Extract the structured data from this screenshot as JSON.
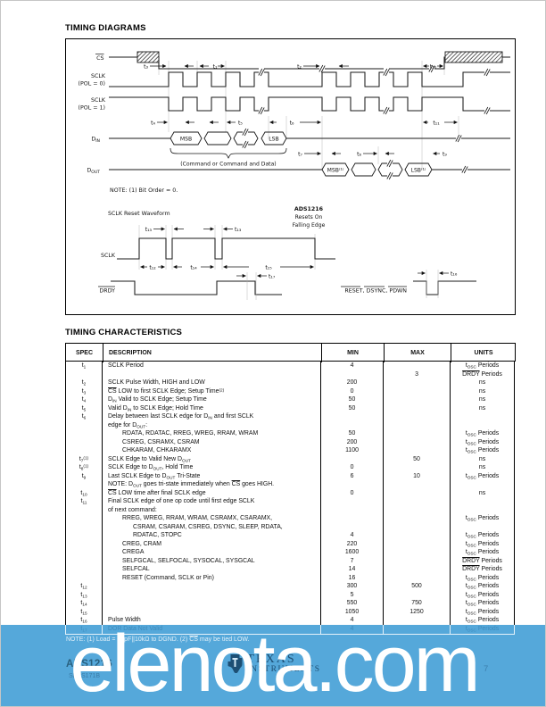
{
  "titles": {
    "diagrams": "TIMING DIAGRAMS",
    "characteristics": "TIMING CHARACTERISTICS"
  },
  "diagram": {
    "labels": {
      "cs": "CS",
      "sclk": "SCLK",
      "pol0": "(POL = 0)",
      "pol1": "(POL = 1)",
      "d": "D",
      "in": "IN",
      "out": "OUT",
      "msb": "MSB",
      "lsb": "LSB",
      "msb1": "MSB⁽¹⁾",
      "lsb1": "LSB⁽¹⁾",
      "cmd_caption": "(Command or Command and Data)",
      "note": "NOTE: (1) Bit Order = 0.",
      "reset_title": "SCLK Reset Waveform",
      "ads_name": "ADS1216",
      "ads_l2": "Resets On",
      "ads_l3": "Falling Edge",
      "sclk_lower": "SCLK",
      "drdy": "DRDY",
      "reset_sigs": "RESET, DSYNC, PDWN"
    },
    "t": {
      "t1": "t₁",
      "t2": "t₂",
      "t3": "t₃",
      "t4": "t₄",
      "t5": "t₅",
      "t6": "t₆",
      "t7": "t₇",
      "t8": "t₈",
      "t9": "t₉",
      "t10": "t₁₀",
      "t11": "t₁₁",
      "t12": "t₁₂",
      "t13": "t₁₃",
      "t14": "t₁₄",
      "t15": "t₁₅",
      "t16": "t₁₆",
      "t17": "t₁₇"
    }
  },
  "table": {
    "header": [
      "SPEC",
      "DESCRIPTION",
      "MIN",
      "MAX",
      "UNITS"
    ],
    "rows": [
      {
        "s": "t~1~",
        "d": "SCLK Period",
        "min": "4",
        "u": "t~OSC~ Periods"
      },
      {
        "max": "3",
        "u": "[[DRDY]] Periods"
      },
      {
        "s": "t~2~",
        "d": "SCLK Pulse Width, HIGH and LOW",
        "min": "200",
        "u": "ns"
      },
      {
        "s": "t~3~",
        "d": "[[CS]] LOW to first SCLK Edge; Setup Time^(2)^",
        "min": "0",
        "u": "ns"
      },
      {
        "s": "t~4~",
        "d": "D~IN~ Valid to SCLK Edge; Setup Time",
        "min": "50",
        "u": "ns"
      },
      {
        "s": "t~5~",
        "d": "Valid D~IN~ to SCLK Edge; Hold Time",
        "min": "50",
        "u": "ns"
      },
      {
        "s": "t~6~",
        "d": "Delay between last SCLK edge for D~IN~ and first SCLK"
      },
      {
        "d": "edge for D~OUT~:"
      },
      {
        "d": "RDATA, RDATAC, RREG, WREG, RRAM, WRAM",
        "i": 1,
        "min": "50",
        "u": "t~OSC~ Periods"
      },
      {
        "d": "CSREG, CSRAMX, CSRAM",
        "i": 1,
        "min": "200",
        "u": "t~OSC~ Periods"
      },
      {
        "d": "CHKARAM, CHKARAMX",
        "i": 1,
        "min": "1100",
        "u": "t~OSC~ Periods"
      },
      {
        "s": "t~7~^(1)^",
        "d": "SCLK Edge to Valid New D~OUT~",
        "max": "50",
        "u": "ns"
      },
      {
        "s": "t~8~^(1)^",
        "d": "SCLK Edge to D~OUT~, Hold Time",
        "min": "0",
        "u": "ns"
      },
      {
        "s": "t~9~",
        "d": "Last SCLK Edge to D~OUT~ Tri-State",
        "min": "6",
        "max": "10",
        "u": "t~OSC~ Periods"
      },
      {
        "d": "NOTE: D~OUT~ goes tri-state immediately when [[CS]] goes HIGH."
      },
      {
        "s": "t~10~",
        "d": "[[CS]] LOW time after final SCLK edge",
        "min": "0",
        "u": "ns"
      },
      {
        "s": "t~11~",
        "d": "Final SCLK edge of one op code until first edge SCLK"
      },
      {
        "d": "of next command:"
      },
      {
        "d": "RREG, WREG, RRAM, WRAM, CSRAMX, CSARAMX,",
        "i": 1,
        "u": "t~OSC~ Periods"
      },
      {
        "d": "CSRAM, CSARAM, CSREG, DSYNC, SLEEP, RDATA,",
        "i": 2
      },
      {
        "d": "RDATAC, STOPC",
        "i": 2,
        "min": "4",
        "u": "t~OSC~ Periods"
      },
      {
        "d": "CREG, CRAM",
        "i": 1,
        "min": "220",
        "u": "t~OSC~ Periods"
      },
      {
        "d": "CREGA",
        "i": 1,
        "min": "1600",
        "u": "t~OSC~ Periods"
      },
      {
        "d": "SELFGCAL, SELFOCAL, SYSOCAL, SYSGCAL",
        "i": 1,
        "min": "7",
        "u": "[[DRDY]] Periods"
      },
      {
        "d": "SELFCAL",
        "i": 1,
        "min": "14",
        "u": "[[DRDY]] Periods"
      },
      {
        "d": "RESET (Command, SCLK or Pin)",
        "i": 1,
        "min": "16",
        "u": "t~OSC~ Periods"
      },
      {
        "s": "t~12~",
        "min": "300",
        "max": "500",
        "u": "t~OSC~ Periods"
      },
      {
        "s": "t~13~",
        "min": "5",
        "u": "t~OSC~ Periods"
      },
      {
        "s": "t~14~",
        "min": "550",
        "max": "750",
        "u": "t~OSC~ Periods"
      },
      {
        "s": "t~15~",
        "min": "1050",
        "max": "1250",
        "u": "t~OSC~ Periods"
      },
      {
        "s": "t~16~",
        "d": "Pulse Width",
        "min": "4",
        "u": "t~OSC~ Periods"
      },
      {
        "s": "t~17~",
        "d": "DOR Data Not Valid",
        "min": "4",
        "u": "t~OSC~ Periods",
        "hl": true
      }
    ]
  },
  "footer": {
    "note": "NOTE: (1) Load = 20pF||10kΩ to DGND. (2) [[CS]] may be tied LOW.",
    "part": "ADS1216",
    "doc": "SBAS171B",
    "logo_line1": "TEXAS",
    "logo_line2": "INSTRUMENTS",
    "page": "7",
    "watermark": "elenota.com",
    "banner_color": "#55a8da"
  }
}
